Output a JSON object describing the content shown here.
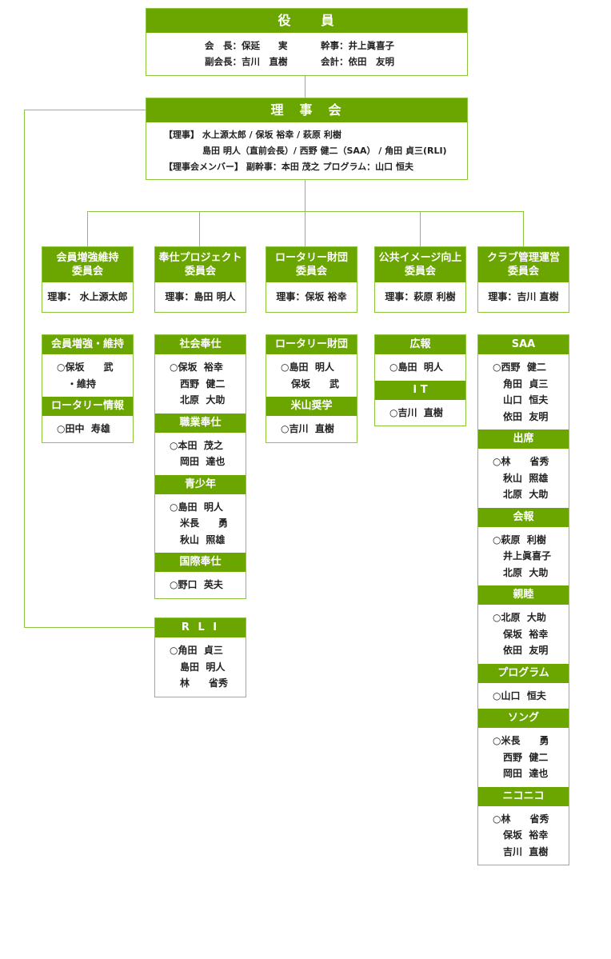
{
  "colors": {
    "header_green": "#6aa500",
    "border_green": "#8cc63f"
  },
  "officers": {
    "title": "役　　員",
    "rows": [
      [
        "会　長：保延　　実",
        "幹事：井上眞喜子"
      ],
      [
        "副会長：吉川　直樹",
        "会計：依田　友明"
      ]
    ]
  },
  "board": {
    "title": "理　事　会",
    "lines": [
      "【理事】 水上源太郎 / 保坂  裕幸 / 萩原  利樹",
      "島田  明人（直前会長）/ 西野  健二（SAA） / 角田  貞三(RLI)",
      "【理事会メンバー】  副幹事：本田  茂之    プログラム：山口  恒夫"
    ]
  },
  "columns": [
    {
      "committee": [
        "会員増強維持",
        "委員会"
      ],
      "director": "理事： 水上源太郎",
      "groups": [
        {
          "title": "会員増強・維持",
          "members": [
            "○保坂　　武",
            "・維持"
          ]
        },
        {
          "title": "ロータリー情報",
          "members": [
            "○田中  寿雄"
          ]
        }
      ]
    },
    {
      "committee": [
        "奉仕プロジェクト",
        "委員会"
      ],
      "director": "理事：島田  明人",
      "groups": [
        {
          "title": "社会奉仕",
          "members": [
            "○保坂  裕幸",
            "西野  健二",
            "北原  大助"
          ]
        },
        {
          "title": "職業奉仕",
          "members": [
            "○本田  茂之",
            "岡田  達也"
          ]
        },
        {
          "title": "青少年",
          "members": [
            "○島田  明人",
            "米長　　勇",
            "秋山  照雄"
          ]
        },
        {
          "title": "国際奉仕",
          "members": [
            "○野口  英夫"
          ]
        }
      ]
    },
    {
      "committee": [
        "ロータリー財団",
        "委員会"
      ],
      "director": "理事：保坂  裕幸",
      "groups": [
        {
          "title": "ロータリー財団",
          "members": [
            "○島田  明人",
            "保坂　　武"
          ]
        },
        {
          "title": "米山奨学",
          "members": [
            "○吉川  直樹"
          ]
        }
      ]
    },
    {
      "committee": [
        "公共イメージ向上",
        "委員会"
      ],
      "director": "理事：萩原  利樹",
      "groups": [
        {
          "title": "広報",
          "members": [
            "○島田  明人"
          ]
        },
        {
          "title": "I T",
          "members": [
            "○吉川  直樹"
          ]
        }
      ]
    },
    {
      "committee": [
        "クラブ管理運営",
        "委員会"
      ],
      "director": "理事：吉川  直樹",
      "groups": [
        {
          "title": "SAA",
          "members": [
            "○西野  健二",
            "角田  貞三",
            "山口  恒夫",
            "依田  友明"
          ]
        },
        {
          "title": "出席",
          "members": [
            "○林　　省秀",
            "秋山  照雄",
            "北原  大助"
          ]
        },
        {
          "title": "会報",
          "members": [
            "○萩原  利樹",
            "井上眞喜子",
            "北原  大助"
          ]
        },
        {
          "title": "親睦",
          "members": [
            "○北原  大助",
            "保坂  裕幸",
            "依田  友明"
          ]
        },
        {
          "title": "プログラム",
          "members": [
            "○山口  恒夫"
          ]
        },
        {
          "title": "ソング",
          "members": [
            "○米長　　勇",
            "西野  健二",
            "岡田  達也"
          ]
        },
        {
          "title": "ニコニコ",
          "members": [
            "○林　　省秀",
            "保坂  裕幸",
            "吉川  直樹"
          ]
        }
      ]
    }
  ],
  "rli": {
    "title": "R L I",
    "members": [
      "○角田  貞三",
      "島田  明人",
      "林　　省秀"
    ]
  }
}
